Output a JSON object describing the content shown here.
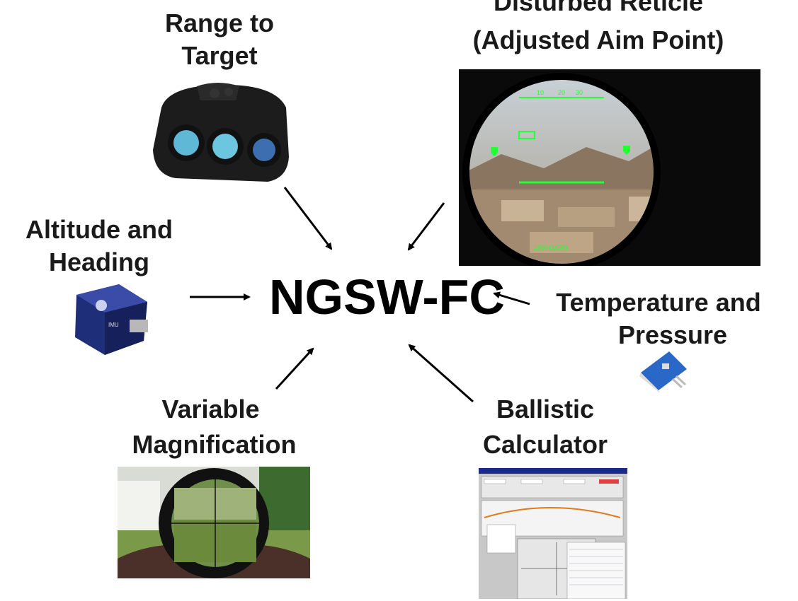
{
  "center": {
    "label": "NGSW-FC"
  },
  "nodes": {
    "range": {
      "line1": "Range to",
      "line2": "Target",
      "icon": "rangefinder-icon"
    },
    "reticle": {
      "line1": "Disturbed Reticle",
      "line2": "(Adjusted Aim Point)",
      "icon": "scope-view-icon"
    },
    "altitude": {
      "line1": "Altitude and",
      "line2": "Heading",
      "icon": "sensor-module-icon"
    },
    "temperature": {
      "line1": "Temperature and",
      "line2": "Pressure",
      "icon": "sensor-board-icon"
    },
    "magnification": {
      "line1": "Variable",
      "line2": "Magnification",
      "icon": "scope-lens-icon"
    },
    "ballistic": {
      "line1": "Ballistic",
      "line2": "Calculator",
      "icon": "calculator-screen-icon"
    }
  },
  "colors": {
    "reticle_green": "#22ff33",
    "text": "#1a1a1a"
  }
}
